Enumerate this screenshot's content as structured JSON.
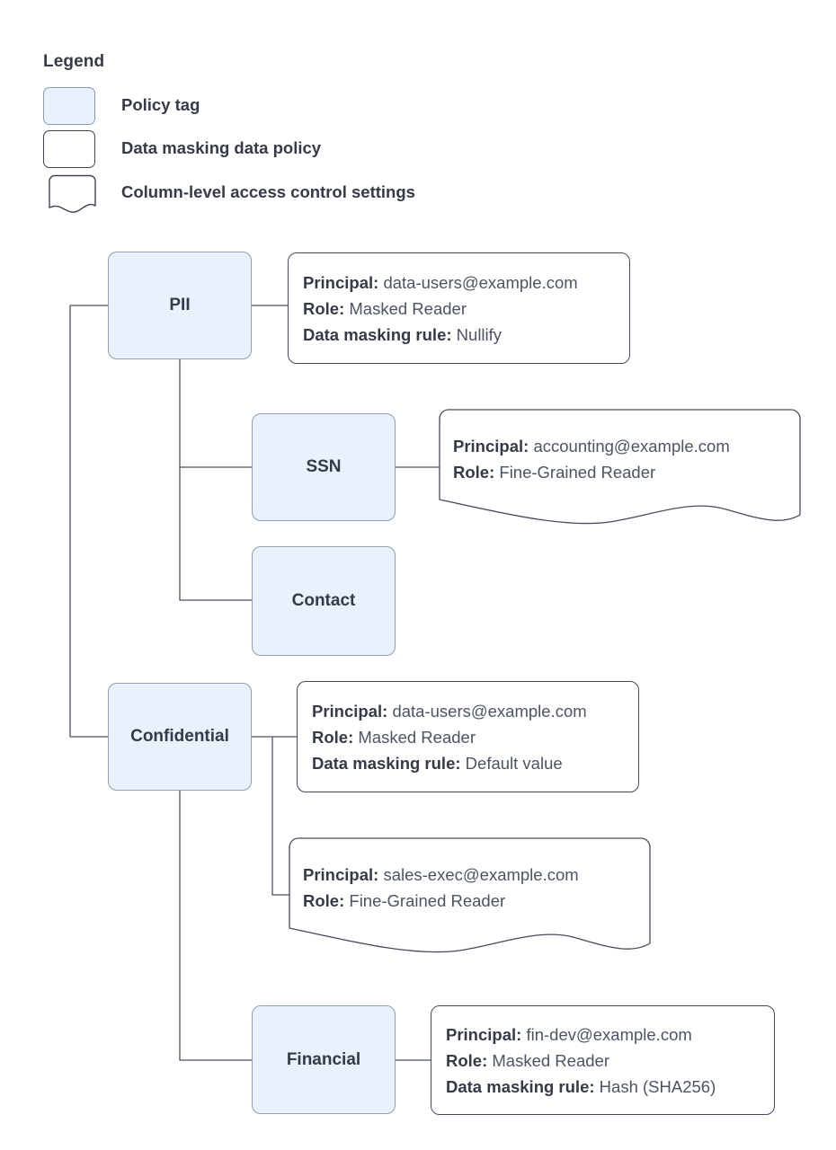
{
  "legend": {
    "title": "Legend",
    "items": [
      {
        "shape": "policy-tag-swatch",
        "label": "Policy tag"
      },
      {
        "shape": "data-masking-policy-swatch",
        "label": "Data masking data policy"
      },
      {
        "shape": "column-level-access-swatch",
        "label": "Column-level access control settings"
      }
    ]
  },
  "labels": {
    "principal": "Principal:",
    "role": "Role:",
    "masking_rule": "Data masking rule:"
  },
  "colors": {
    "tag_fill": "#e9f1fd",
    "tag_border": "#90a0b6",
    "box_border": "#434b5c",
    "text": "#343b47",
    "value_text": "#4b5463",
    "page_bg": "#ffffff"
  },
  "nodes": [
    {
      "id": "pii",
      "label": "PII",
      "type": "policy-tag"
    },
    {
      "id": "ssn",
      "label": "SSN",
      "type": "policy-tag"
    },
    {
      "id": "contact",
      "label": "Contact",
      "type": "policy-tag"
    },
    {
      "id": "confidential",
      "label": "Confidential",
      "type": "policy-tag"
    },
    {
      "id": "financial",
      "label": "Financial",
      "type": "policy-tag"
    }
  ],
  "policies": {
    "pii": {
      "kind": "data-masking-data-policy",
      "principal": "data-users@example.com",
      "role": "Masked Reader",
      "masking_rule": "Nullify"
    },
    "ssn": {
      "kind": "column-level-access-control-settings",
      "principal": "accounting@example.com",
      "role": "Fine-Grained Reader"
    },
    "confidential": {
      "kind": "data-masking-data-policy",
      "principal": "data-users@example.com",
      "role": "Masked Reader",
      "masking_rule": "Default value"
    },
    "confidential_access": {
      "kind": "column-level-access-control-settings",
      "principal": "sales-exec@example.com",
      "role": "Fine-Grained Reader"
    },
    "financial": {
      "kind": "data-masking-data-policy",
      "principal": "fin-dev@example.com",
      "role": "Masked Reader",
      "masking_rule": "Hash (SHA256)"
    }
  }
}
